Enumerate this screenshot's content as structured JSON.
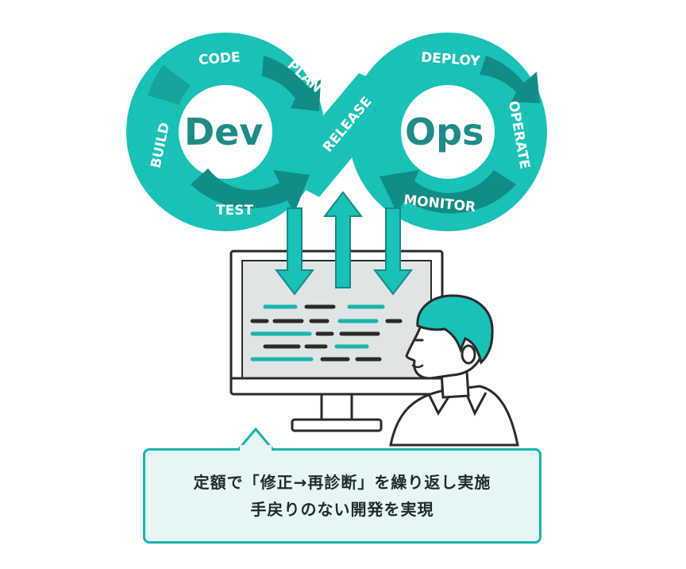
{
  "diagram": {
    "loop_left_word": "Dev",
    "loop_right_word": "Ops",
    "stages": {
      "code": "CODE",
      "plan": "PLAN",
      "build": "BUILD",
      "test": "TEST",
      "release": "RELEASE",
      "deploy": "DEPLOY",
      "operate": "OPERATE",
      "monitor": "MONITOR"
    },
    "colors": {
      "teal_light": "#19c1b8",
      "teal_dark": "#128c86",
      "teal_text": "#1f8a86",
      "outline": "#2a2a2a",
      "screen_bg": "#dfe4e4",
      "callout_bg": "#e6f6f5"
    }
  },
  "callout": {
    "line1": "定額で「修正→再診断」を繰り返し実施",
    "line2": "手戻りのない開発を実現"
  }
}
